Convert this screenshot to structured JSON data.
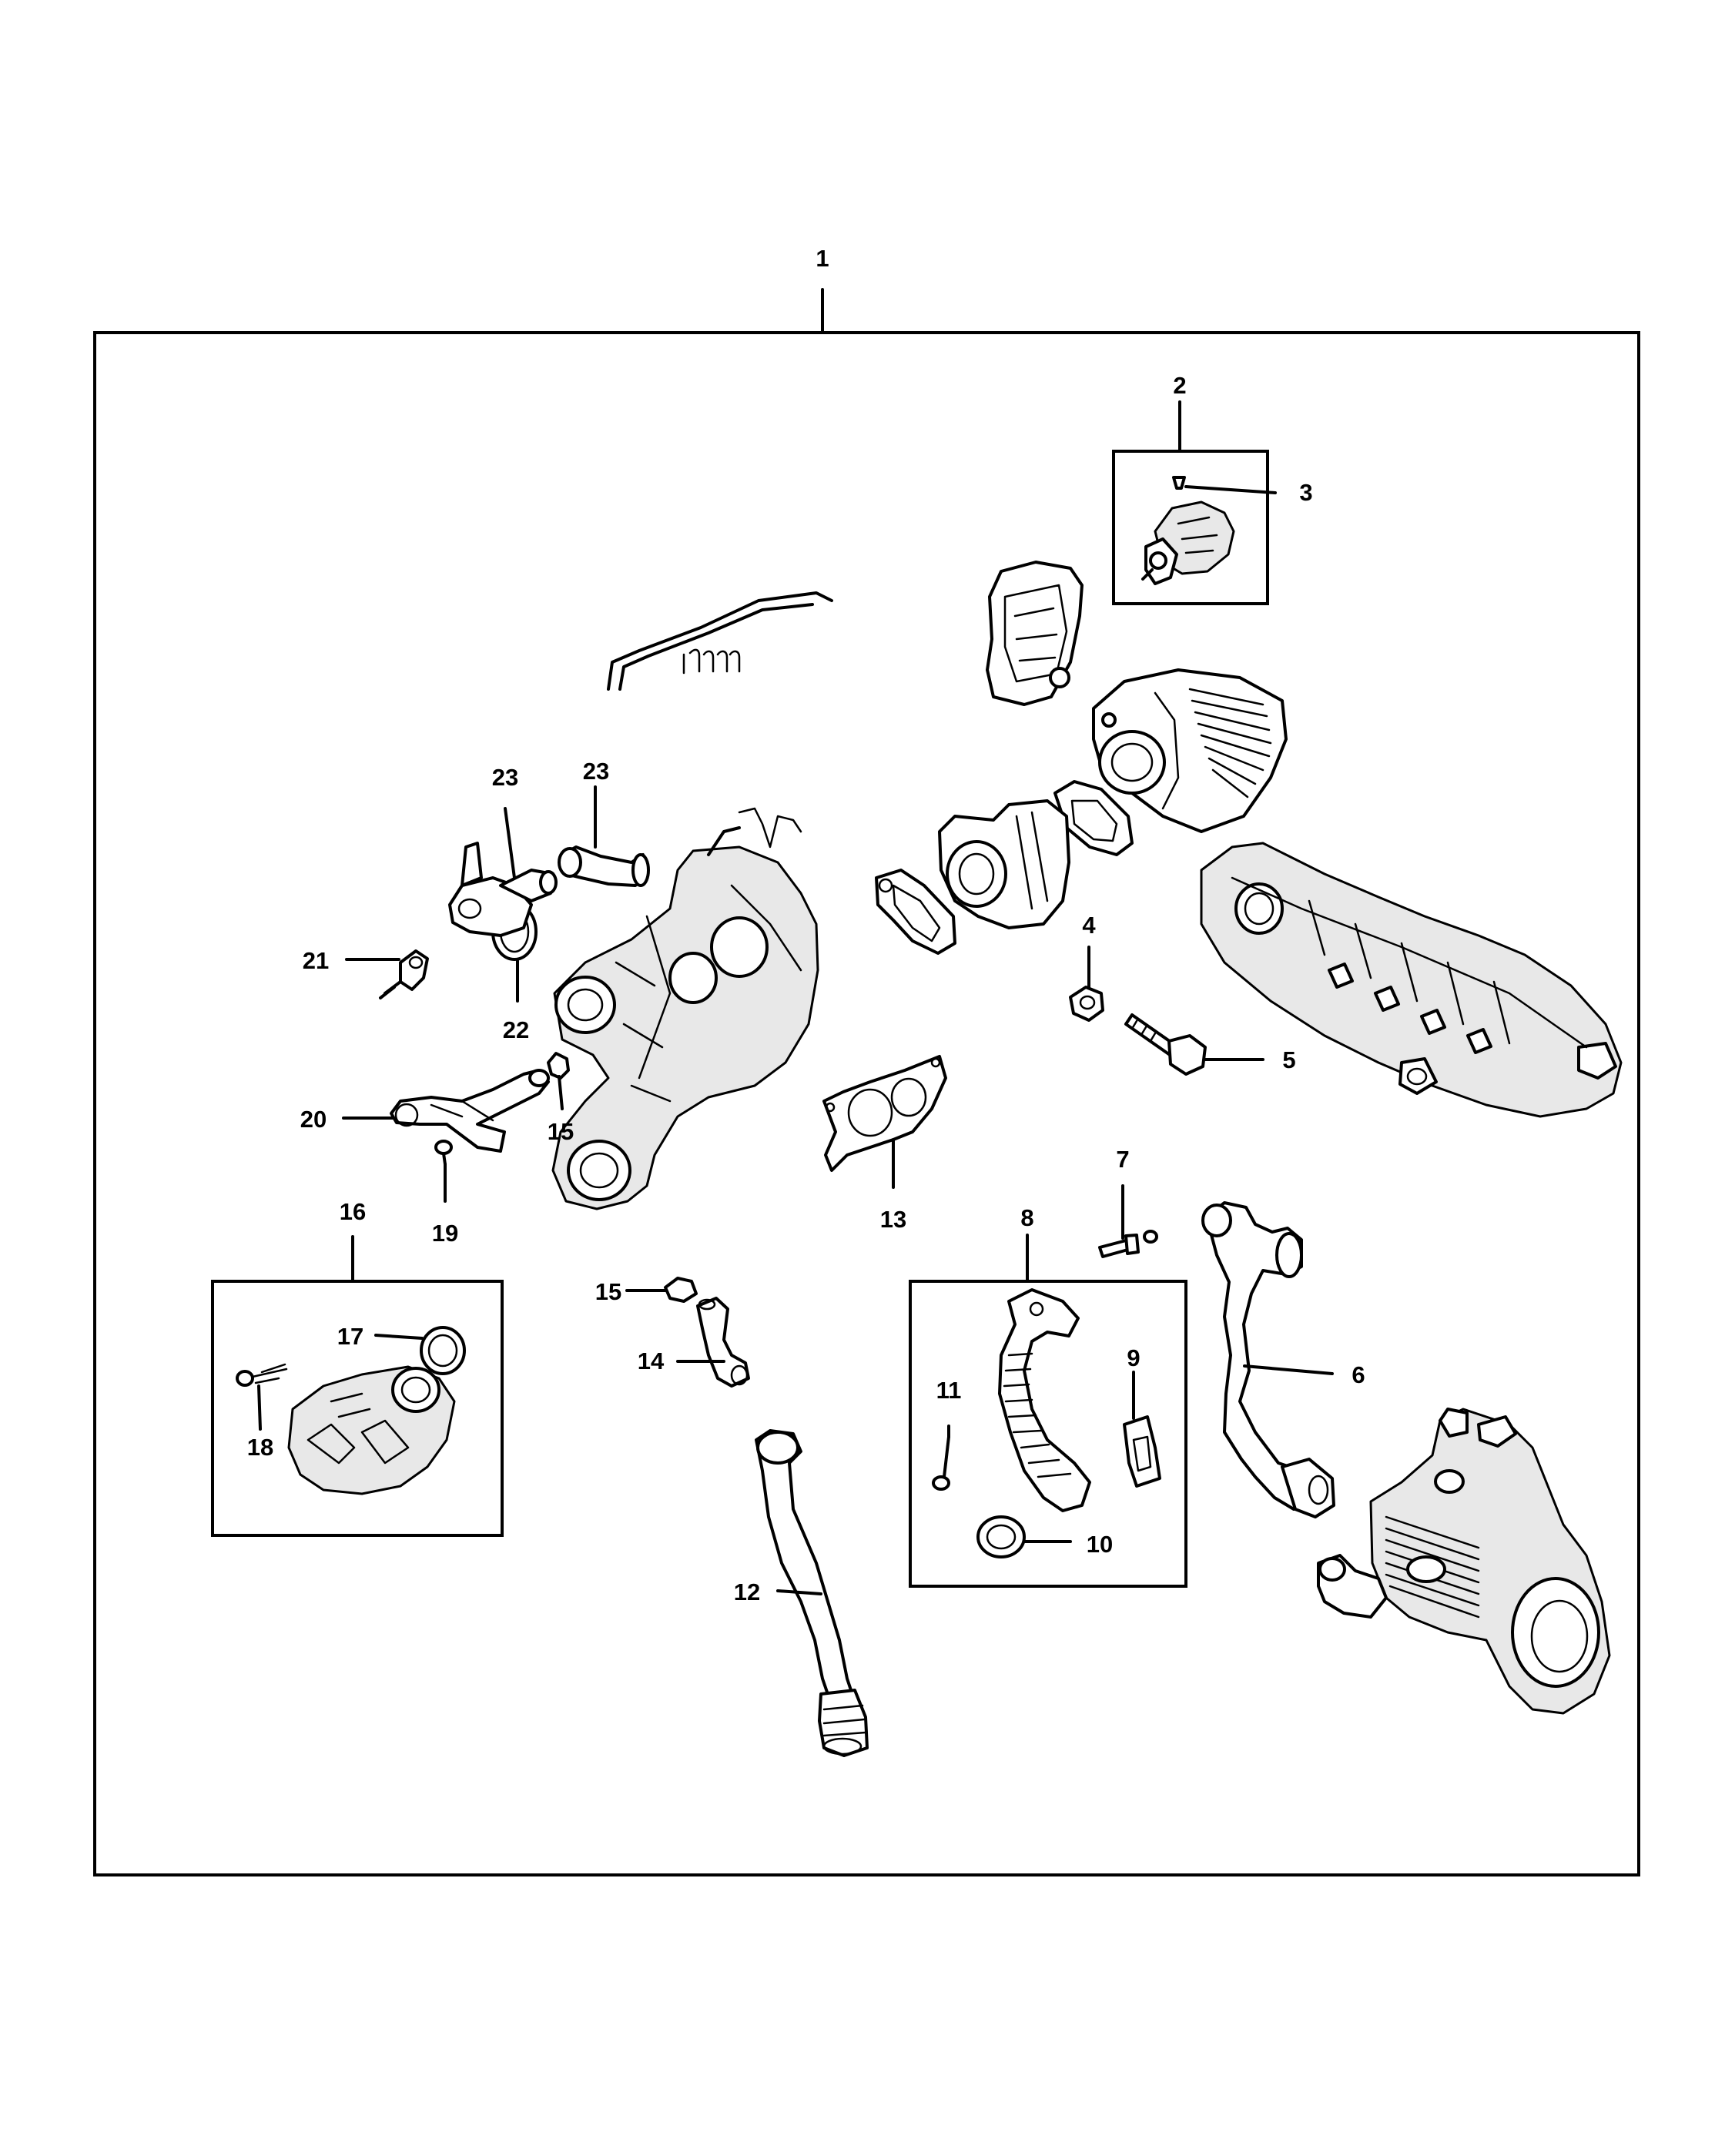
{
  "diagram": {
    "callouts": {
      "c1": "1",
      "c2": "2",
      "c3": "3",
      "c4": "4",
      "c5": "5",
      "c6": "6",
      "c7": "7",
      "c8": "8",
      "c9": "9",
      "c10": "10",
      "c11": "11",
      "c12": "12",
      "c13": "13",
      "c14": "14",
      "c15a": "15",
      "c15b": "15",
      "c16": "16",
      "c17": "17",
      "c18": "18",
      "c19": "19",
      "c20": "20",
      "c21": "21",
      "c22": "22",
      "c23a": "23",
      "c23b": "23"
    }
  }
}
